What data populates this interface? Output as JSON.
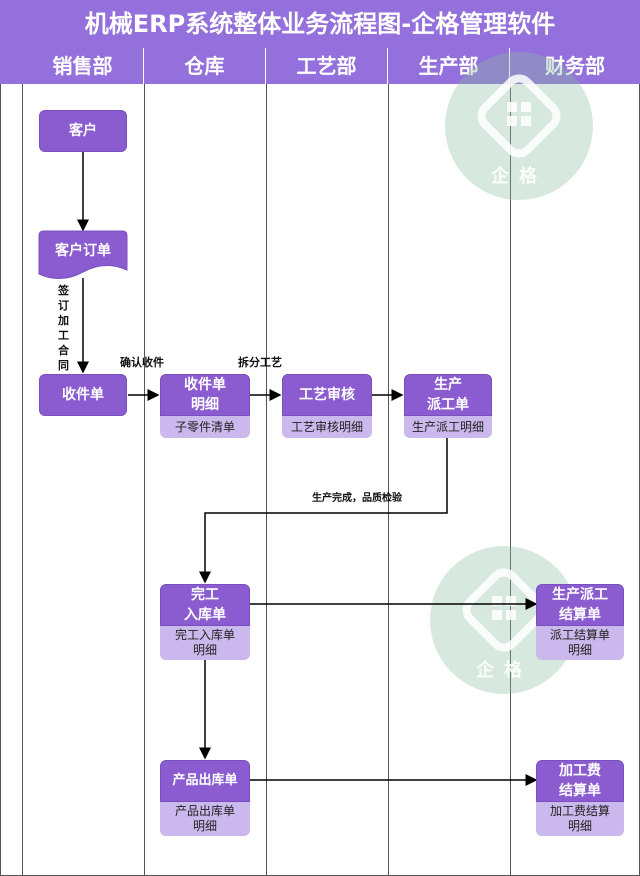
{
  "title": "机械ERP系统整体业务流程图-企格管理软件",
  "lanes": [
    "销售部",
    "仓库",
    "工艺部",
    "生产部",
    "财务部"
  ],
  "nodes": {
    "customer": "客户",
    "customer_order": "客户订单",
    "receipt": "收件单",
    "receipt_detail_l1": "收件单",
    "receipt_detail_l2": "明细",
    "receipt_detail_sub": "子零件清单",
    "craft_review": "工艺审核",
    "craft_review_sub": "工艺审核明细",
    "dispatch_l1": "生产",
    "dispatch_l2": "派工单",
    "dispatch_sub": "生产派工明细",
    "finish_in_l1": "完工",
    "finish_in_l2": "入库单",
    "finish_in_sub_l1": "完工入库单",
    "finish_in_sub_l2": "明细",
    "settle_dispatch_l1": "生产派工",
    "settle_dispatch_l2": "结算单",
    "settle_dispatch_sub_l1": "派工结算单",
    "settle_dispatch_sub_l2": "明细",
    "product_out": "产品出库单",
    "product_out_sub_l1": "产品出库单",
    "product_out_sub_l2": "明细",
    "fee_settle_l1": "加工费",
    "fee_settle_l2": "结算单",
    "fee_settle_sub_l1": "加工费结算",
    "fee_settle_sub_l2": "明细"
  },
  "edge_labels": {
    "sign_contract": "签订加工合同",
    "confirm_receipt": "确认收件",
    "split_craft": "拆分工艺",
    "production_done": "生产完成，品质检验"
  },
  "watermark": "企格",
  "colors": {
    "header": "#9370db",
    "node": "#8a5cd0",
    "node_sub": "#cbb8ec",
    "watermark": "#8cbea0"
  }
}
